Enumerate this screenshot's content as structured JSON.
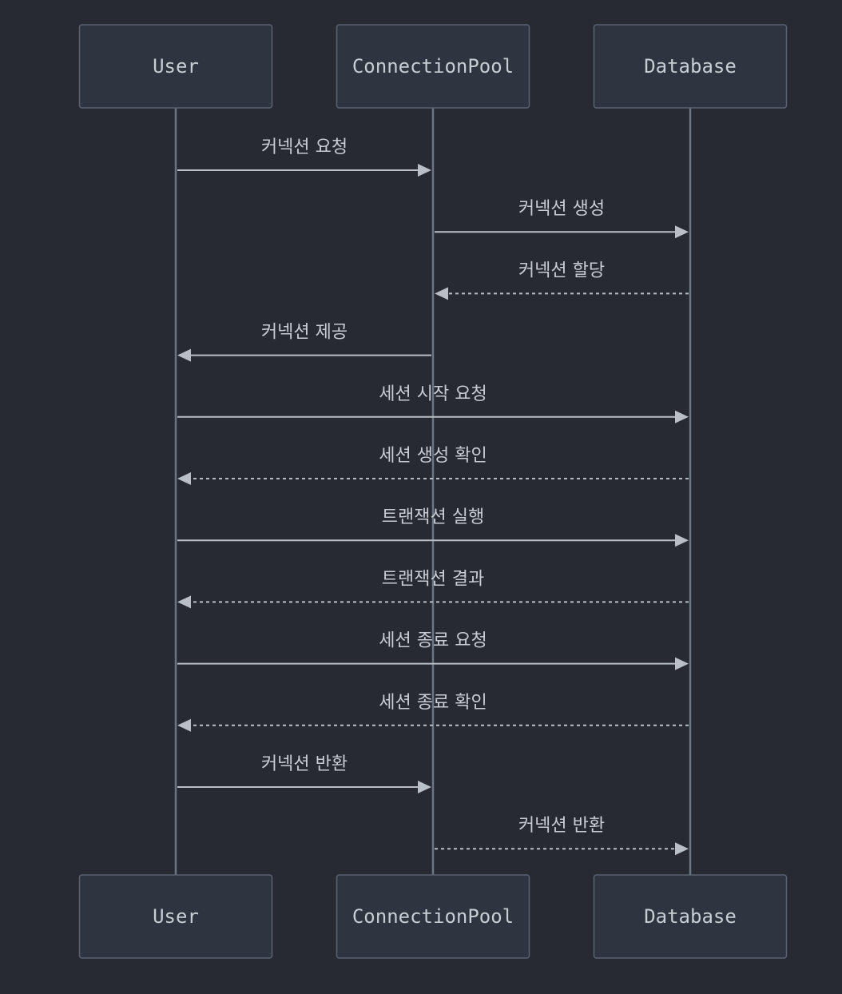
{
  "participants": [
    {
      "id": "user",
      "label": "User"
    },
    {
      "id": "pool",
      "label": "ConnectionPool"
    },
    {
      "id": "db",
      "label": "Database"
    }
  ],
  "messages": [
    {
      "from": "user",
      "to": "pool",
      "label": "커넥션 요청",
      "style": "solid"
    },
    {
      "from": "pool",
      "to": "db",
      "label": "커넥션 생성",
      "style": "solid"
    },
    {
      "from": "db",
      "to": "pool",
      "label": "커넥션 할당",
      "style": "dashed"
    },
    {
      "from": "pool",
      "to": "user",
      "label": "커넥션 제공",
      "style": "solid"
    },
    {
      "from": "user",
      "to": "db",
      "label": "세션 시작 요청",
      "style": "solid"
    },
    {
      "from": "db",
      "to": "user",
      "label": "세션 생성 확인",
      "style": "dashed"
    },
    {
      "from": "user",
      "to": "db",
      "label": "트랜잭션 실행",
      "style": "solid"
    },
    {
      "from": "db",
      "to": "user",
      "label": "트랜잭션 결과",
      "style": "dashed"
    },
    {
      "from": "user",
      "to": "db",
      "label": "세션 종료 요청",
      "style": "solid"
    },
    {
      "from": "db",
      "to": "user",
      "label": "세션 종료 확인",
      "style": "dashed"
    },
    {
      "from": "user",
      "to": "pool",
      "label": "커넥션 반환",
      "style": "solid"
    },
    {
      "from": "pool",
      "to": "db",
      "label": "커넥션 반환",
      "style": "dashed"
    }
  ]
}
